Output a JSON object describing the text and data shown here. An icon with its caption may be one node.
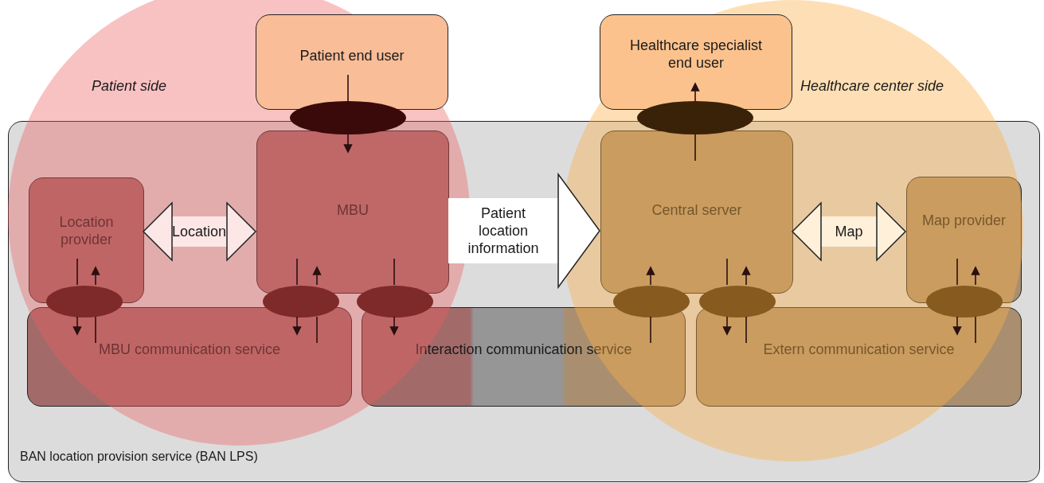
{
  "diagram": {
    "nodes": [
      {
        "text": [
          "BAN location provision service (BAN LPS)"
        ]
      },
      {
        "text": [
          "Patient end user"
        ]
      },
      {
        "text": [
          "Healthcare specialist end user"
        ]
      },
      {
        "text": [
          "Location provider"
        ],
        "in": 0
      },
      {
        "text": [
          "MBU"
        ],
        "in": 0
      },
      {
        "text": [
          "Central server"
        ],
        "in": 0
      },
      {
        "text": [
          "Map provider"
        ],
        "in": 0
      },
      {
        "text": [
          "MBU communication service"
        ],
        "in": 0
      },
      {
        "text": [
          "Interaction communication service"
        ],
        "in": 0
      },
      {
        "text": [
          "Extern communication service"
        ],
        "in": 0
      },
      {
        "text": [],
        "shape": "ellipse"
      },
      {
        "text": [],
        "shape": "ellipse"
      },
      {
        "text": [],
        "shape": "ellipse",
        "in": 0
      },
      {
        "text": [],
        "shape": "ellipse",
        "in": 0
      },
      {
        "text": [],
        "shape": "ellipse",
        "in": 0
      },
      {
        "text": [],
        "shape": "ellipse",
        "in": 0
      },
      {
        "text": [],
        "shape": "ellipse",
        "in": 0
      },
      {
        "text": [],
        "shape": "ellipse",
        "in": 0
      }
    ],
    "edges": [
      {
        "from": 1,
        "to": 10,
        "arrow": "none"
      },
      {
        "from": 10,
        "to": 4,
        "arrow": "to"
      },
      {
        "from": 5,
        "to": 11,
        "arrow": "none"
      },
      {
        "from": 11,
        "to": 2,
        "arrow": "to"
      },
      {
        "from": 3,
        "to": 4,
        "arrow": "both",
        "label": "Location",
        "style": "thick",
        "color": "#fde6e6"
      },
      {
        "from": 4,
        "to": 5,
        "arrow": "to",
        "label": "Patient location information",
        "style": "thick",
        "color": "#ffffff"
      },
      {
        "from": 5,
        "to": 6,
        "arrow": "both",
        "label": "Map",
        "style": "thick",
        "color": "#fff0da"
      },
      {
        "from": 3,
        "to": 12,
        "arrow": "none"
      },
      {
        "from": 12,
        "to": 7,
        "arrow": "to"
      },
      {
        "from": 7,
        "to": 12,
        "arrow": "none"
      },
      {
        "from": 12,
        "to": 3,
        "arrow": "to"
      },
      {
        "from": 4,
        "to": 13,
        "arrow": "none"
      },
      {
        "from": 13,
        "to": 7,
        "arrow": "to"
      },
      {
        "from": 7,
        "to": 13,
        "arrow": "none"
      },
      {
        "from": 13,
        "to": 4,
        "arrow": "to"
      },
      {
        "from": 4,
        "to": 14,
        "arrow": "none"
      },
      {
        "from": 14,
        "to": 8,
        "arrow": "to"
      },
      {
        "from": 8,
        "to": 15,
        "arrow": "none"
      },
      {
        "from": 15,
        "to": 5,
        "arrow": "to"
      },
      {
        "from": 5,
        "to": 16,
        "arrow": "none"
      },
      {
        "from": 16,
        "to": 9,
        "arrow": "to"
      },
      {
        "from": 9,
        "to": 16,
        "arrow": "none"
      },
      {
        "from": 16,
        "to": 5,
        "arrow": "to"
      },
      {
        "from": 6,
        "to": 17,
        "arrow": "none"
      },
      {
        "from": 17,
        "to": 9,
        "arrow": "to"
      },
      {
        "from": 9,
        "to": 17,
        "arrow": "none"
      },
      {
        "from": 17,
        "to": 6,
        "arrow": "to"
      }
    ],
    "labels": [
      "Patient side",
      "Healthcare center side"
    ]
  }
}
